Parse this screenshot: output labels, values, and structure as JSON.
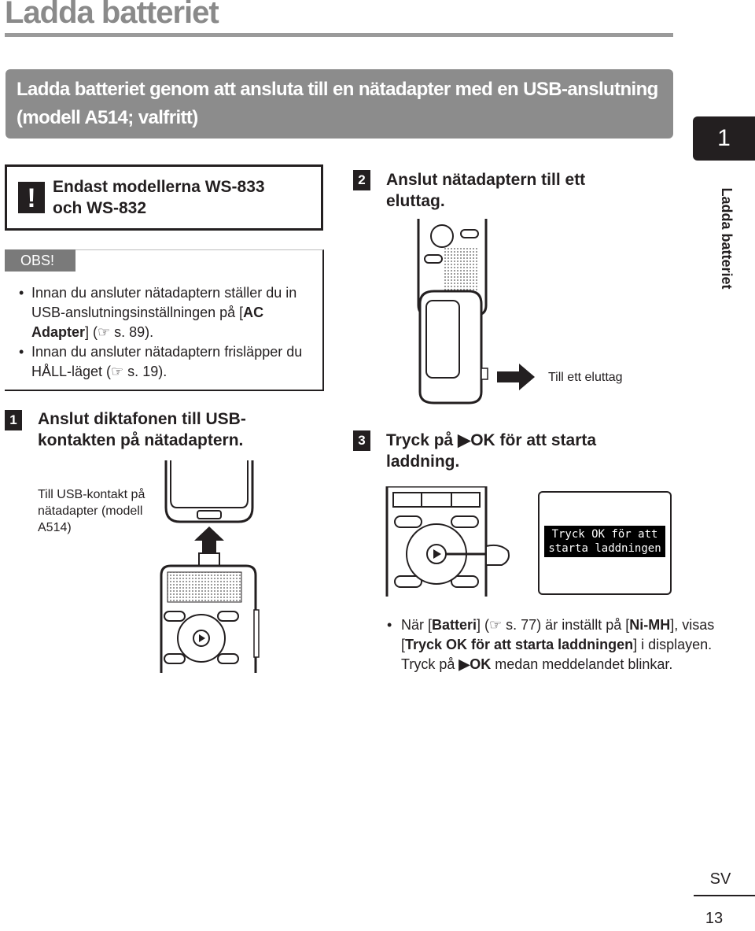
{
  "page_title": "Ladda batteriet",
  "section_title": "Ladda batteriet genom att ansluta till en nätadapter med en USB-anslutning (modell A514; valfritt)",
  "chapter_number": "1",
  "side_label": "Ladda batteriet",
  "model_notice": {
    "icon": "exclamation-icon",
    "icon_glyph": "!",
    "text": "Endast modellerna WS-833 och WS-832"
  },
  "note": {
    "tag": "OBS!",
    "items": [
      {
        "prefix": "Innan du ansluter nätadaptern ställer du in USB-anslutningsinställningen på [",
        "bold": "AC Adapter",
        "suffix": "] (☞ s. 89)."
      },
      {
        "text": "Innan du ansluter nätadaptern frisläpper du HÅLL-läget (☞ s. 19)."
      }
    ]
  },
  "steps": [
    {
      "number": "1",
      "text": "Anslut diktafonen till USB-kontakten på nätadaptern.",
      "caption": "Till USB-kontakt på nätadapter (modell A514)"
    },
    {
      "number": "2",
      "text": "Anslut nätadaptern till ett eluttag.",
      "caption": "Till ett eluttag"
    },
    {
      "number": "3",
      "text_prefix": "Tryck på ",
      "text_key": "▶OK",
      "text_suffix": " för att starta laddning.",
      "display_message": "Tryck OK för att starta laddningen"
    }
  ],
  "battery_note": {
    "p1": "När [",
    "b1": "Batteri",
    "p2": "] (☞ s. 77) är inställt på [",
    "b2": "Ni-MH",
    "p3": "], visas [",
    "b3": "Tryck OK för att starta laddningen",
    "p4": "] i displayen. Tryck på ",
    "b4": "▶OK",
    "p5": " medan meddelandet blinkar."
  },
  "footer": {
    "lang": "SV",
    "page": "13"
  }
}
